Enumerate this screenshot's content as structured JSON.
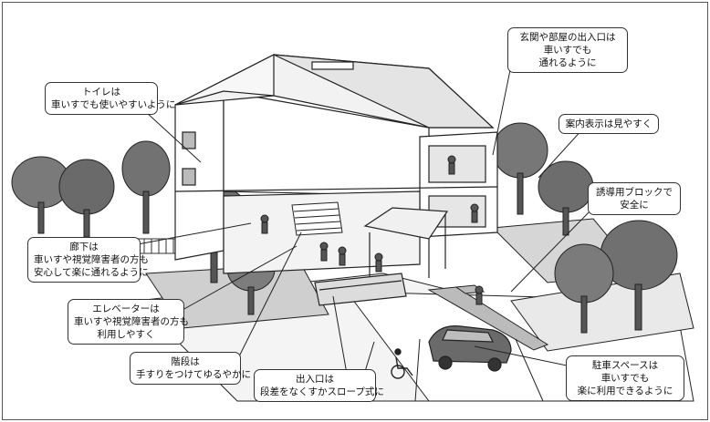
{
  "callouts": {
    "toilet": [
      "トイレは",
      "車いすでも使いやすいように"
    ],
    "entrance_room": [
      "玄関や部屋の出入口は",
      "車いすでも",
      "通れるように"
    ],
    "guide_display": [
      "案内表示は見やすく"
    ],
    "guide_block": [
      "誘導用ブロックで",
      "安全に"
    ],
    "corridor": [
      "廊下は",
      "車いすや視覚障害者の方も",
      "安心して楽に通れるように"
    ],
    "elevator": [
      "エレベーターは",
      "車いすや視覚障害者の方も",
      "利用しやすく"
    ],
    "stairs": [
      "階段は",
      "手すりをつけてゆるやかに"
    ],
    "doorway": [
      "出入口は",
      "段差をなくすかスロープ式に"
    ],
    "parking": [
      "駐車スペースは",
      "車いすでも",
      "楽に利用できるように"
    ]
  },
  "colors": {
    "line": "#222222",
    "tree": "#6e6e6e",
    "shrub": "#7a7a7a",
    "roof": "#f2f2f2",
    "ground": "#e6e6e6"
  },
  "icons": {
    "wheelchair": "wheelchair-symbol-icon"
  }
}
